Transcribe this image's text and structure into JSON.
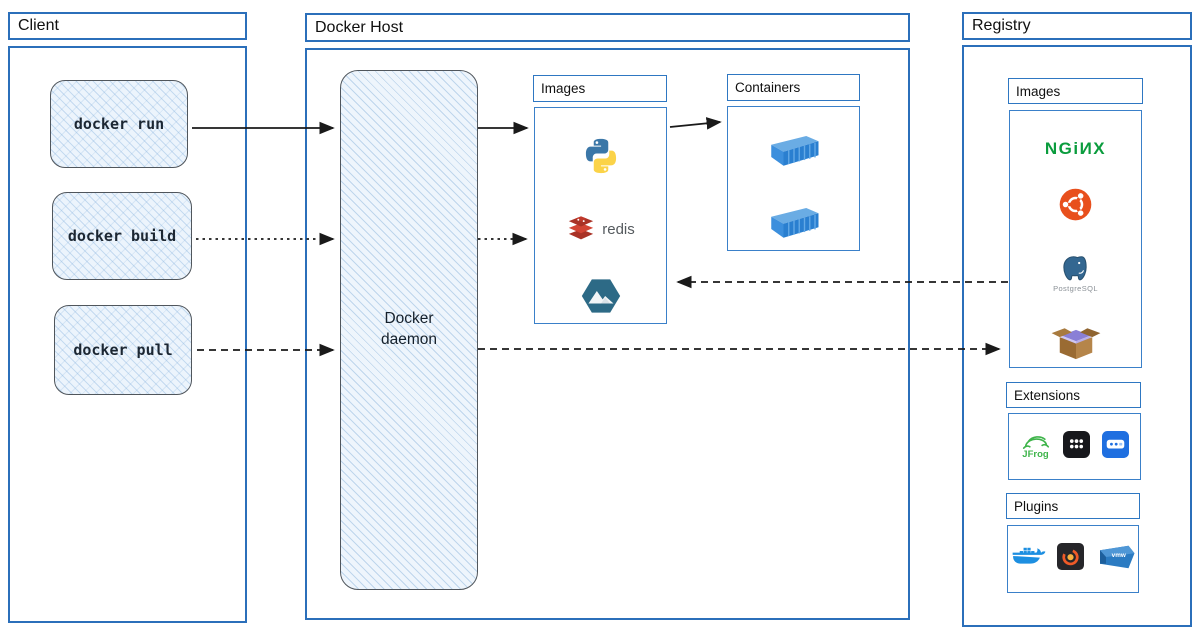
{
  "client": {
    "title": "Client",
    "commands": [
      {
        "label": "docker run"
      },
      {
        "label": "docker build"
      },
      {
        "label": "docker pull"
      }
    ]
  },
  "docker_host": {
    "title": "Docker Host",
    "daemon": {
      "line1": "Docker",
      "line2": "daemon"
    },
    "images_panel": {
      "title": "Images",
      "items": [
        "python",
        "redis",
        "alpine"
      ],
      "redis_label": "redis"
    },
    "containers_panel": {
      "title": "Containers",
      "container_count": 2
    }
  },
  "registry": {
    "title": "Registry",
    "images_panel": {
      "title": "Images",
      "nginx_wordmark": "NGiИX",
      "postgresql_label": "PostgreSQL",
      "items": [
        "nginx",
        "ubuntu",
        "postgresql",
        "busybox"
      ]
    },
    "extensions_panel": {
      "title": "Extensions",
      "jfrog_label": "JFrog",
      "items": [
        "jfrog",
        "dots-grid",
        "vm-disk"
      ]
    },
    "plugins_panel": {
      "title": "Plugins",
      "vmware_label": "vmw",
      "items": [
        "docker",
        "grafana",
        "vmware"
      ]
    }
  },
  "colors": {
    "frame_blue": "#2b6fba",
    "arrow_black": "#1a1a1a",
    "sketch_fill": "#ecf4fc",
    "python_blue": "#3b77a8",
    "python_yellow": "#fbd348",
    "redis_red": "#d24434",
    "alpine_blue": "#2d6a86",
    "nginx_green": "#0a9c3d",
    "ubuntu_orange": "#e8501d",
    "postgres_blue": "#336791",
    "jfrog_green": "#3eb44a",
    "docker_blue": "#1d8fe1",
    "grafana_orange": "#f05a28",
    "vmware_blue": "#2b7bc2",
    "container_blue": "#2f84d8"
  }
}
